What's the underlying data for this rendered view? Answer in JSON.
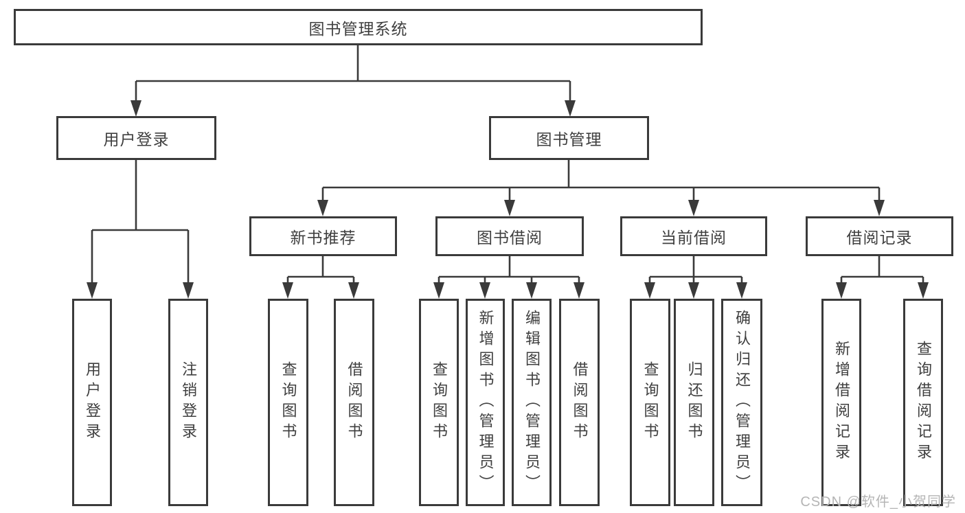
{
  "colors": {
    "line": "#3a3a3a",
    "box_border": "#3a3a3a",
    "text": "#3f3f3f",
    "background": "#ffffff",
    "watermark": "#b5b5b5"
  },
  "watermark": {
    "text": "CSDN @软件_小贺同学"
  },
  "diagram": {
    "nodes": {
      "root": "图书管理系统",
      "user_login": "用户登录",
      "book_management": "图书管理",
      "new_book_recommend": "新书推荐",
      "book_borrowing": "图书借阅",
      "current_borrowing": "当前借阅",
      "borrowing_records": "借阅记录",
      "leaf_user_login": "用户登录",
      "leaf_logout": "注销登录",
      "nbr_query_books": "查询图书",
      "nbr_borrow_books": "借阅图书",
      "bb_query_books": "查询图书",
      "bb_add_books": "新增图书（管理员）",
      "bb_edit_books": "编辑图书（管理员）",
      "bb_borrow_books": "借阅图书",
      "cb_query_books": "查询图书",
      "cb_return_books": "归还图书",
      "cb_confirm_return": "确认归还（管理员）",
      "br_add_record": "新增借阅记录",
      "br_query_record": "查询借阅记录"
    },
    "hierarchy": [
      {
        "parent": "图书管理系统",
        "children": [
          "用户登录",
          "图书管理"
        ]
      },
      {
        "parent": "用户登录",
        "children": [
          "用户登录",
          "注销登录"
        ]
      },
      {
        "parent": "图书管理",
        "children": [
          "新书推荐",
          "图书借阅",
          "当前借阅",
          "借阅记录"
        ]
      },
      {
        "parent": "新书推荐",
        "children": [
          "查询图书",
          "借阅图书"
        ]
      },
      {
        "parent": "图书借阅",
        "children": [
          "查询图书",
          "新增图书（管理员）",
          "编辑图书（管理员）",
          "借阅图书"
        ]
      },
      {
        "parent": "当前借阅",
        "children": [
          "查询图书",
          "归还图书",
          "确认归还（管理员）"
        ]
      },
      {
        "parent": "借阅记录",
        "children": [
          "新增借阅记录",
          "查询借阅记录"
        ]
      }
    ]
  }
}
